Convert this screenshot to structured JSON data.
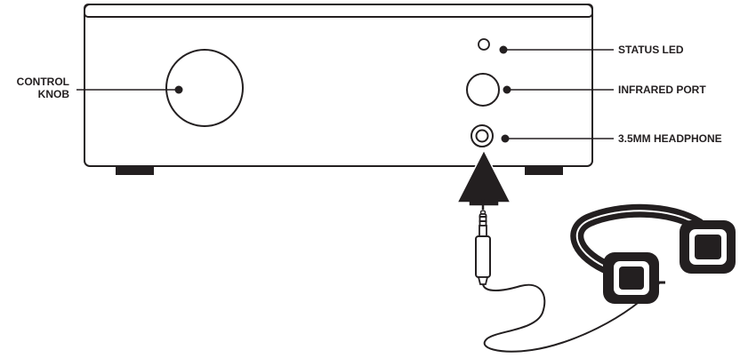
{
  "callouts": {
    "control_knob": [
      "CONTROL",
      "KNOB"
    ],
    "status_led": "STATUS LED",
    "infrared_port": "INFRARED PORT",
    "headphone_jack": "3.5MM HEADPHONE"
  },
  "colors": {
    "ink": "#231f20",
    "background": "#ffffff"
  },
  "icons": {
    "insert_arrow": "up-arrow-icon",
    "headphones": "headphones-icon",
    "plug": "audio-plug-icon"
  }
}
